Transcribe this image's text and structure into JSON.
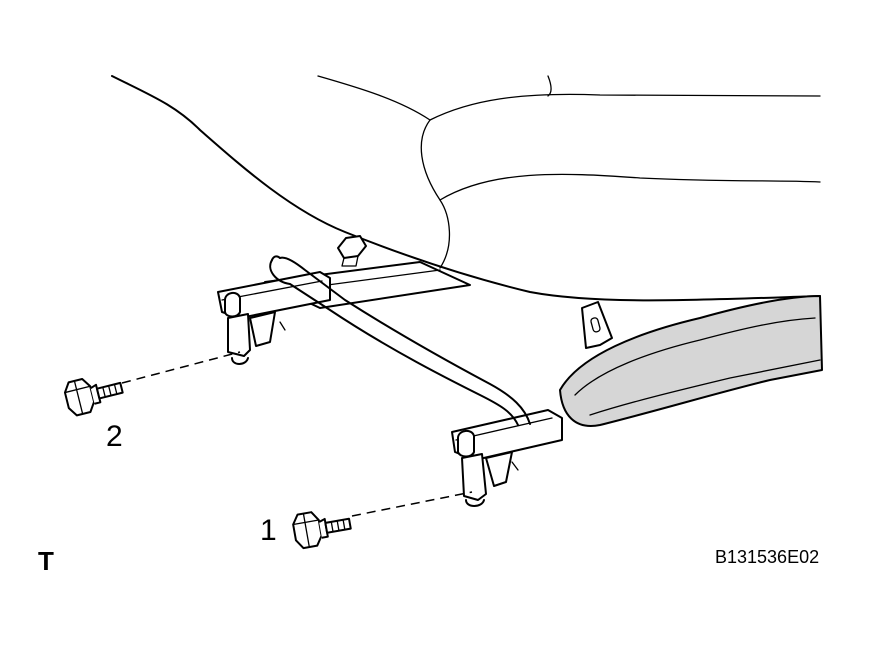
{
  "labels": {
    "callout_1": "1",
    "callout_2": "2",
    "corner_mark": "T",
    "figure_code": "B131536E02"
  },
  "colors": {
    "line": "#000000",
    "background": "#ffffff",
    "shade": "#d6d6d6"
  },
  "icons": {
    "bolt_1": "bolt-icon",
    "bolt_2": "bolt-icon"
  }
}
